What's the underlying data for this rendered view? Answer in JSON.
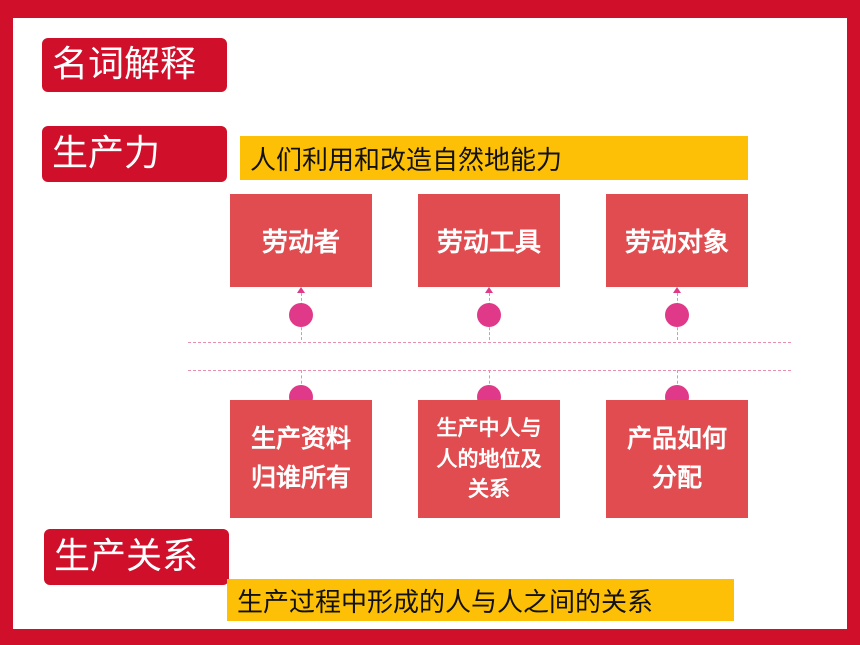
{
  "section_title": "名词解释",
  "productivity": {
    "tag": "生产力",
    "definition": "人们利用和改造自然地能力",
    "elements": [
      "劳动者",
      "劳动工具",
      "劳动对象"
    ]
  },
  "relations": {
    "tag": "生产关系",
    "definition": "生产过程中形成的人与人之间的关系",
    "aspects": [
      [
        "生产资料",
        "归谁所有"
      ],
      [
        "生产中人与",
        "人的地位及",
        "关系"
      ],
      [
        "产品如何",
        "分配"
      ]
    ]
  },
  "colors": {
    "frame": "#d0102a",
    "card": "#e04c4f",
    "band": "#fdc007",
    "connector": "#e0398a"
  }
}
